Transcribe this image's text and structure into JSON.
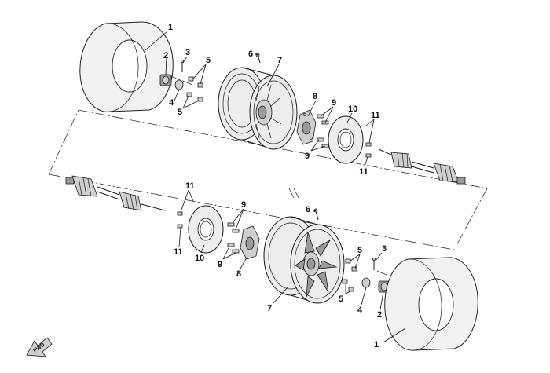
{
  "callouts": {
    "tire": "1",
    "hub_nut": "2",
    "cotter_pin": "3",
    "washer": "4",
    "lug_nut": "5",
    "valve": "6",
    "rim": "7",
    "hub": "8",
    "bolt": "9",
    "brake_disc": "10",
    "disc_bolt": "11"
  },
  "fwd_label": "FWD"
}
